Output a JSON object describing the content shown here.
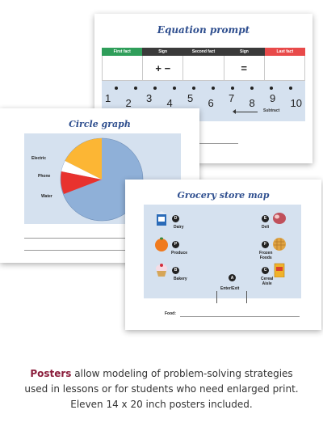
{
  "equation_poster": {
    "title": "Equation prompt",
    "headers": [
      "First fact",
      "Sign",
      "Second fact",
      "Sign",
      "Last fact"
    ],
    "header_colors": [
      "#2f9e5a",
      "#3a3a3a",
      "#3a3a3a",
      "#3a3a3a",
      "#e84a4a"
    ],
    "cells": [
      "",
      "+  −",
      "",
      "=",
      ""
    ],
    "number_line": [
      "1",
      "2",
      "3",
      "4",
      "5",
      "6",
      "7",
      "8",
      "9",
      "10"
    ],
    "arrow_label": "Subtract"
  },
  "circle_poster": {
    "title": "Circle graph",
    "labels": {
      "electric": "Electric",
      "phone": "Phone",
      "water": "Water"
    },
    "slice_colors": {
      "electric": "#fcb634",
      "phone": "#ffffff",
      "water": "#e8322e",
      "rest": "#8fb0d8"
    }
  },
  "grocery_poster": {
    "title": "Grocery store map",
    "sections": [
      {
        "letter": "D",
        "label": "Dairy",
        "icon": "milk-carton-icon"
      },
      {
        "letter": "E",
        "label": "Deli",
        "icon": "ham-icon"
      },
      {
        "letter": "P",
        "label": "Produce",
        "icon": "orange-icon"
      },
      {
        "letter": "F",
        "label": "Frozen\nFoods",
        "icon": "waffle-icon"
      },
      {
        "letter": "B",
        "label": "Bakery",
        "icon": "cupcake-icon"
      },
      {
        "letter": "C",
        "label": "Cereal\nAisle",
        "icon": "cereal-box-icon"
      },
      {
        "letter": "A",
        "label": "Enter/Exit",
        "icon": ""
      }
    ],
    "food_label": "Food:"
  },
  "caption": {
    "highlight": "Posters",
    "line1_rest": " allow modeling of problem-solving  strategies",
    "line2": "used in lessons or for students who need enlarged print.",
    "line3": "Eleven 14 x 20 inch posters included."
  }
}
